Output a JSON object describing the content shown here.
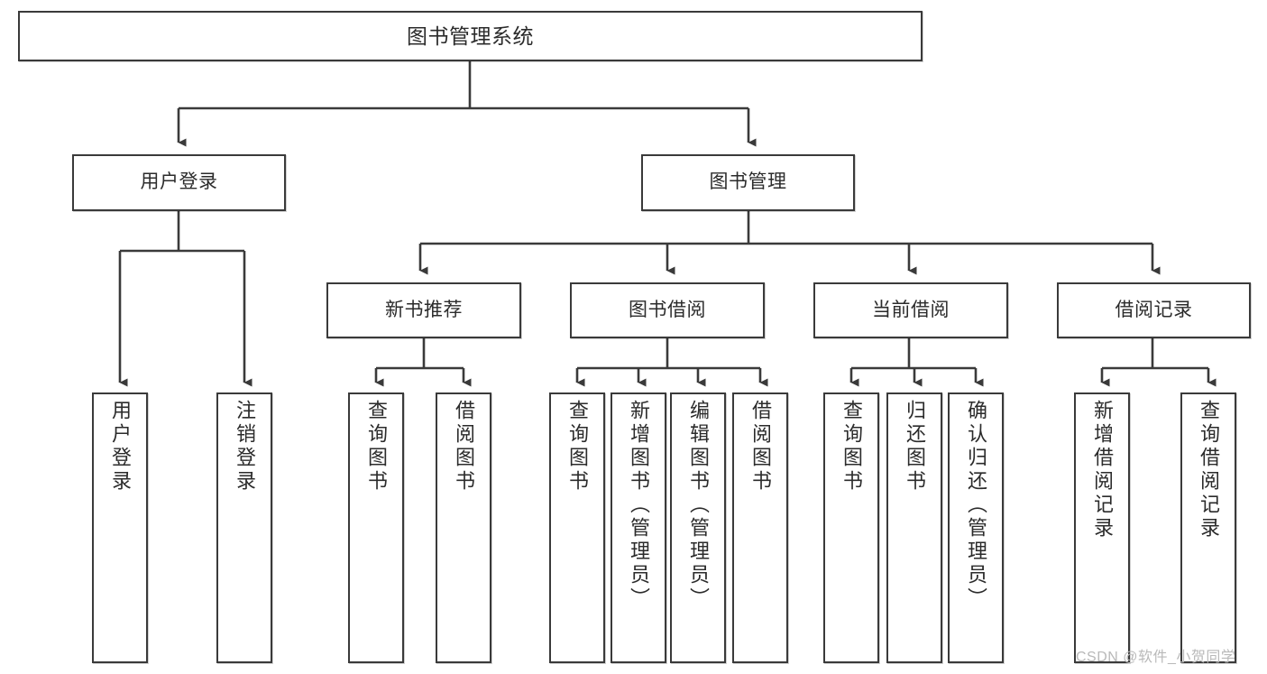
{
  "diagram": {
    "title": "图书管理系统",
    "watermark": "CSDN @软件_小贺同学",
    "colors": {
      "stroke": "#3a3a3a",
      "fill": "#ffffff",
      "text": "#2b2b2b",
      "watermark": "#b9b9b9"
    },
    "nodes": {
      "root": {
        "label": "图书管理系统"
      },
      "level1": [
        {
          "label": "用户登录"
        },
        {
          "label": "图书管理"
        }
      ],
      "level2": [
        {
          "label": "新书推荐"
        },
        {
          "label": "图书借阅"
        },
        {
          "label": "当前借阅"
        },
        {
          "label": "借阅记录"
        }
      ],
      "leaves": {
        "user_login": [
          {
            "label": "用户登录"
          },
          {
            "label": "注销登录"
          }
        ],
        "new_book": [
          {
            "label": "查询图书"
          },
          {
            "label": "借阅图书"
          }
        ],
        "book_borrow": [
          {
            "label": "查询图书"
          },
          {
            "label": "新增图书（管理员）"
          },
          {
            "label": "编辑图书（管理员）"
          },
          {
            "label": "借阅图书"
          }
        ],
        "current_borrow": [
          {
            "label": "查询图书"
          },
          {
            "label": "归还图书"
          },
          {
            "label": "确认归还（管理员）"
          }
        ],
        "borrow_record": [
          {
            "label": "新增借阅记录"
          },
          {
            "label": "查询借阅记录"
          }
        ]
      }
    }
  }
}
